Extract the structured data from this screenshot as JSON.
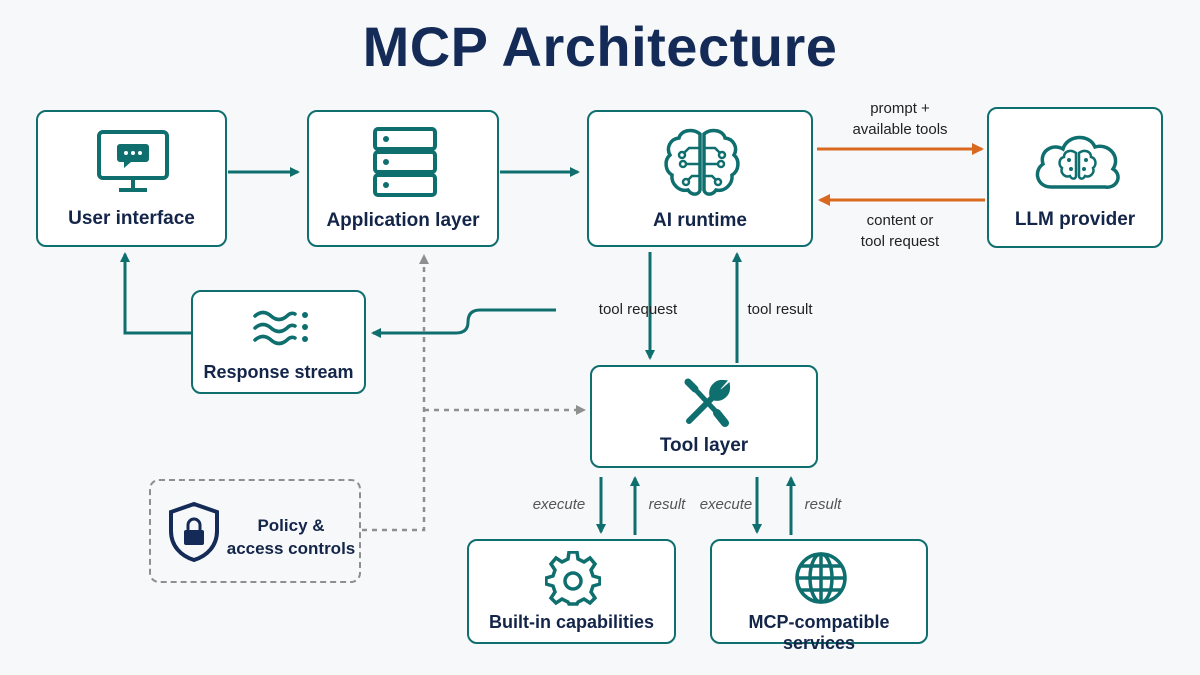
{
  "title": "MCP Architecture",
  "nodes": {
    "user_interface": "User interface",
    "application_layer": "Application layer",
    "ai_runtime": "AI runtime",
    "llm_provider": "LLM provider",
    "response_stream": "Response stream",
    "tool_layer": "Tool layer",
    "policy_line1": "Policy &",
    "policy_line2": "access controls",
    "builtin": "Built-in capabilities",
    "mcp_services": "MCP-compatible services"
  },
  "edges": {
    "prompt_line1": "prompt +",
    "prompt_line2": "available tools",
    "content_line1": "content or",
    "content_line2": "tool request",
    "tool_request": "tool request",
    "tool_result": "tool result",
    "execute_1": "execute",
    "result_1": "result",
    "execute_2": "execute",
    "result_2": "result"
  },
  "colors": {
    "teal": "#0f6e6e",
    "orange": "#d9691e",
    "gray_dashed": "#8f8f8f",
    "navy": "#142b57"
  }
}
